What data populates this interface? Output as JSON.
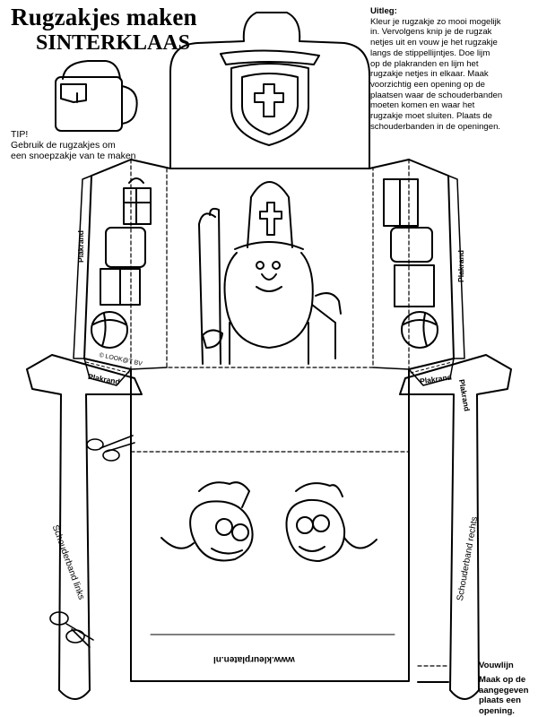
{
  "header": {
    "title_line1": "Rugzakjes maken",
    "title_line2": "SINTERKLAAS"
  },
  "tip": {
    "heading": "TIP!",
    "line1": "Gebruik de rugzakjes om",
    "line2": "een snoepzakje van te maken"
  },
  "instructions": {
    "heading": "Uitleg:",
    "lines": [
      "Kleur je rugzakje zo mooi mogelijk",
      "in. Vervolgens knip je de rugzak",
      "netjes uit en vouw je het rugzakje",
      "langs de stippellijntjes. Doe lijm",
      "op de plakranden en lijm het",
      "rugzakje netjes in elkaar. Maak",
      "voorzichtig een opening op de",
      "plaatsen waar de schouderbanden",
      "moeten komen en waar het",
      "rugzakje moet sluiten.  Plaats de",
      "schouderbanden in de openingen."
    ]
  },
  "template": {
    "plakrand_label": "Plakrand",
    "copyright": "© LOOK@T BV",
    "strap_left": "Schouderband links",
    "strap_right": "Schouderband rechts",
    "website": "www.kleurplaten.nl"
  },
  "legend": {
    "fold_label": "Vouwlijn",
    "cut_lines": [
      "Maak op de",
      "aangegeven",
      "plaats een",
      "opening."
    ]
  },
  "icons": [
    "backpack-icon",
    "scissors-icon",
    "shield-cross-icon",
    "sinterklaas-figure",
    "piet-figure",
    "gift-stack-icon",
    "ball-icon"
  ]
}
